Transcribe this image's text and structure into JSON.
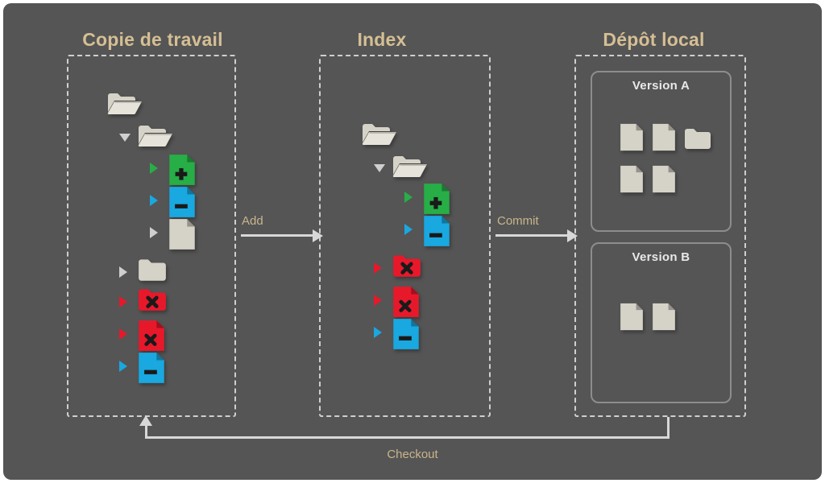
{
  "canvas": {
    "background": "#555555",
    "accent_title": "#d5bf94",
    "accent_label": "#c9b58c",
    "line": "#d8d8d8",
    "green": "#27ae47",
    "blue": "#19a8e0",
    "red": "#e8182b",
    "neutral": "#d5d2c8"
  },
  "columns": [
    {
      "id": "working-copy",
      "title": "Copie de travail"
    },
    {
      "id": "index",
      "title": "Index"
    },
    {
      "id": "repository",
      "title": "Dépôt local"
    }
  ],
  "working_copy": {
    "items": [
      {
        "kind": "folder-open",
        "color": "neutral",
        "badge": "",
        "marker": "none",
        "indent": 0
      },
      {
        "kind": "folder-open",
        "color": "neutral",
        "badge": "",
        "marker": "down",
        "indent": 1
      },
      {
        "kind": "file",
        "color": "green",
        "badge": "plus",
        "marker": "right",
        "indent": 2
      },
      {
        "kind": "file",
        "color": "blue",
        "badge": "minus",
        "marker": "right",
        "indent": 2
      },
      {
        "kind": "file",
        "color": "neutral",
        "badge": "",
        "marker": "right",
        "indent": 2
      },
      {
        "kind": "folder",
        "color": "neutral",
        "badge": "",
        "marker": "right",
        "indent": 1
      },
      {
        "kind": "folder",
        "color": "red",
        "badge": "cross",
        "marker": "right",
        "indent": 1
      },
      {
        "kind": "file",
        "color": "red",
        "badge": "cross",
        "marker": "right",
        "indent": 1
      },
      {
        "kind": "file",
        "color": "blue",
        "badge": "minus",
        "marker": "right",
        "indent": 1
      }
    ]
  },
  "index_stage": {
    "items": [
      {
        "kind": "folder-open",
        "color": "neutral",
        "badge": "",
        "marker": "none",
        "indent": 0
      },
      {
        "kind": "folder-open",
        "color": "neutral",
        "badge": "",
        "marker": "down",
        "indent": 1
      },
      {
        "kind": "file",
        "color": "green",
        "badge": "plus",
        "marker": "right",
        "indent": 2
      },
      {
        "kind": "file",
        "color": "blue",
        "badge": "minus",
        "marker": "right",
        "indent": 2
      },
      {
        "kind": "folder",
        "color": "red",
        "badge": "cross",
        "marker": "right",
        "indent": 1
      },
      {
        "kind": "file",
        "color": "red",
        "badge": "cross",
        "marker": "right",
        "indent": 1
      },
      {
        "kind": "file",
        "color": "blue",
        "badge": "minus",
        "marker": "right",
        "indent": 1
      }
    ]
  },
  "repository": {
    "versions": [
      {
        "id": "version-a",
        "title": "Version A",
        "items": [
          {
            "kind": "file",
            "color": "neutral"
          },
          {
            "kind": "file",
            "color": "neutral"
          },
          {
            "kind": "folder",
            "color": "neutral"
          },
          {
            "kind": "file",
            "color": "neutral"
          },
          {
            "kind": "file",
            "color": "neutral"
          }
        ]
      },
      {
        "id": "version-b",
        "title": "Version B",
        "items": [
          {
            "kind": "file",
            "color": "neutral"
          },
          {
            "kind": "file",
            "color": "neutral"
          }
        ]
      }
    ]
  },
  "arrows": {
    "add": "Add",
    "commit": "Commit",
    "checkout": "Checkout"
  }
}
